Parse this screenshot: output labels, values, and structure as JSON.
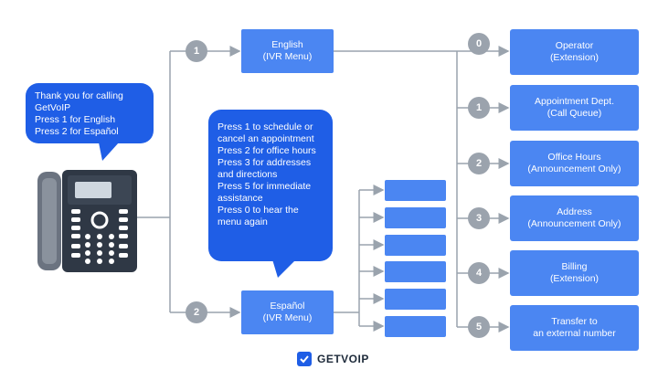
{
  "greeting_bubble": {
    "lines": [
      "Thank you for calling",
      "GetVoIP",
      "Press 1 for English",
      "Press 2 for Español"
    ]
  },
  "english_menu": {
    "line1": "English",
    "line2": "(IVR Menu)"
  },
  "spanish_menu": {
    "line1": "Español",
    "line2": "(IVR Menu)"
  },
  "english_badge": "1",
  "spanish_badge": "2",
  "options_bubble": {
    "lines": [
      "Press 1 to schedule or",
      "cancel an appointment",
      "Press 2 for office hours",
      "Press 3 for addresses",
      "and directions",
      "Press 5 for immediate",
      "assistance",
      "Press 0 to hear the",
      "menu again"
    ]
  },
  "destinations": [
    {
      "number": "0",
      "line1": "Operator",
      "line2": "(Extension)"
    },
    {
      "number": "1",
      "line1": "Appointment Dept.",
      "line2": "(Call Queue)"
    },
    {
      "number": "2",
      "line1": "Office Hours",
      "line2": "(Announcement Only)"
    },
    {
      "number": "3",
      "line1": "Address",
      "line2": "(Announcement Only)"
    },
    {
      "number": "4",
      "line1": "Billing",
      "line2": "(Extension)"
    },
    {
      "number": "5",
      "line1": "Transfer to",
      "line2": "an external number"
    }
  ],
  "logo_text": "GETVOIP",
  "colors": {
    "bubble": "#1f5ee6",
    "box": "#4b86f2",
    "badge": "#9ba3ad",
    "line": "#9aa3ad"
  }
}
